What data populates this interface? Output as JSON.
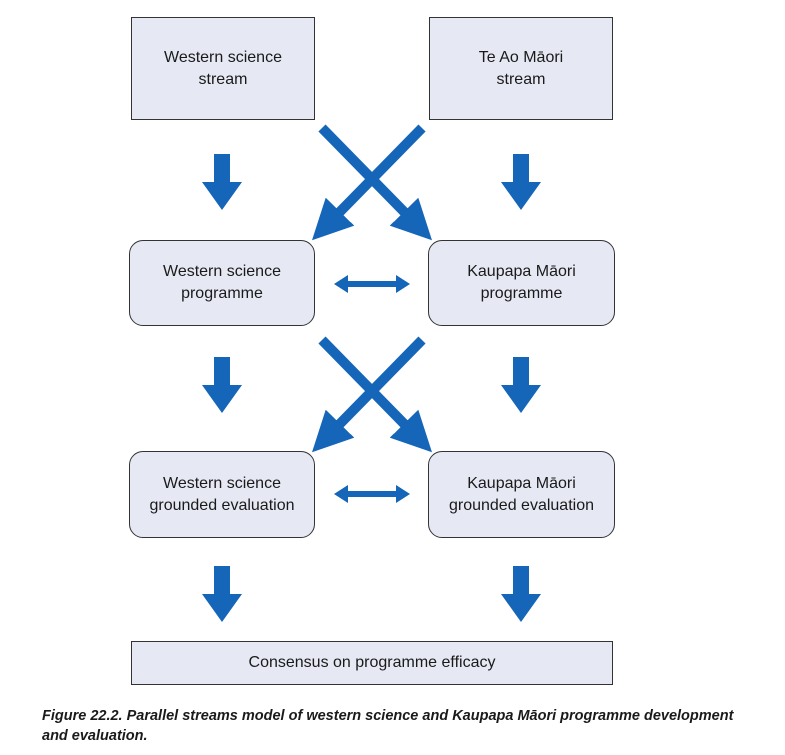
{
  "colors": {
    "box_fill": "#e6e9f4",
    "box_border": "#333333",
    "arrow": "#1565b8"
  },
  "boxes": {
    "western_stream": [
      "Western science",
      "stream"
    ],
    "maori_stream": [
      "Te Ao Māori",
      "stream"
    ],
    "western_programme": [
      "Western science",
      "programme"
    ],
    "maori_programme": [
      "Kaupapa Māori",
      "programme"
    ],
    "western_evaluation": [
      "Western science",
      "grounded evaluation"
    ],
    "maori_evaluation": [
      "Kaupapa Māori",
      "grounded evaluation"
    ],
    "consensus": "Consensus on programme efficacy"
  },
  "arrows": {
    "down": "arrow-down-icon",
    "cross": "cross-arrows-icon",
    "bidirectional": "double-headed-arrow-icon"
  },
  "caption": "Figure 22.2. Parallel streams model of western science and Kaupapa Māori programme development and evaluation."
}
